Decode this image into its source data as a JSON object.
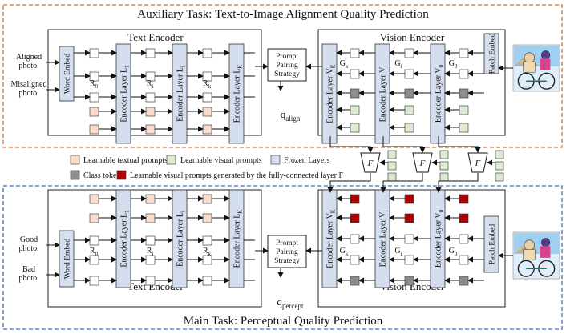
{
  "top_section": {
    "title": "Auxiliary Task: Text-to-Image Alignment Quality Prediction",
    "text_encoder_title": "Text Encoder",
    "vision_encoder_title": "Vision Encoder",
    "input_a": [
      "Aligned",
      "photo."
    ],
    "input_b": [
      "Misaligned",
      "photo."
    ],
    "word_embed": "Word Embed",
    "layers": [
      "Encoder Layer L",
      "Encoder Layer L",
      "Encoder Layer L"
    ],
    "layer_subs": [
      "1",
      "i",
      "K"
    ],
    "text_prompts": [
      "R",
      "R",
      "R"
    ],
    "text_prompt_subs": [
      "0",
      "i",
      "k"
    ],
    "vision_layers": [
      "Encoder Layer V",
      "Encoder Layer V",
      "Encoder Layer V"
    ],
    "vision_layer_subs": [
      "K",
      "i",
      "0"
    ],
    "vision_prompts": [
      "G",
      "G",
      "G"
    ],
    "vision_prompt_subs": [
      "k",
      "i",
      "0"
    ],
    "patch_embed": "Patch Embed",
    "strategy": [
      "Prompt",
      "Pairing",
      "Strategy"
    ],
    "output": "q",
    "output_sub": "align"
  },
  "bottom_section": {
    "title": "Main Task: Perceptual Quality Prediction",
    "text_encoder_title": "Text Encoder",
    "vision_encoder_title": "Vision Encoder",
    "input_a": [
      "Good",
      "photo."
    ],
    "input_b": [
      "Bad",
      "photo."
    ],
    "word_embed": "Word Embed",
    "layers": [
      "Encoder Layer L",
      "Encoder Layer L",
      "Encoder Layer L"
    ],
    "layer_subs": [
      "1",
      "i",
      "K"
    ],
    "text_prompts": [
      "R",
      "R",
      "R"
    ],
    "text_prompt_subs": [
      "0",
      "i",
      "k"
    ],
    "vision_layers": [
      "Encoder Layer V",
      "Encoder Layer V",
      "Encoder Layer V"
    ],
    "vision_layer_subs": [
      "K",
      "i",
      "0"
    ],
    "vision_prompts": [
      "G",
      "G",
      "G"
    ],
    "vision_prompt_subs": [
      "k",
      "i",
      "0"
    ],
    "patch_embed": "Patch Embed",
    "strategy": [
      "Prompt",
      "Pairing",
      "Strategy"
    ],
    "output": "q",
    "output_sub": "percept"
  },
  "legend": {
    "textual": "Learnable textual prompts",
    "visual": "Learnable visual prompts",
    "frozen": "Frozen Layers",
    "class_token": "Class token",
    "generated": "Learnable visual prompts generated by the fully-connected layer F"
  },
  "fc_label": "F",
  "colors": {
    "top_border": "#d9742b",
    "bottom_border": "#3a6fc0",
    "frozen": "#d5deef",
    "textual": "#f9dccb",
    "visual": "#dcebd2",
    "class_token": "#8c8c8c",
    "generated": "#c00000"
  }
}
